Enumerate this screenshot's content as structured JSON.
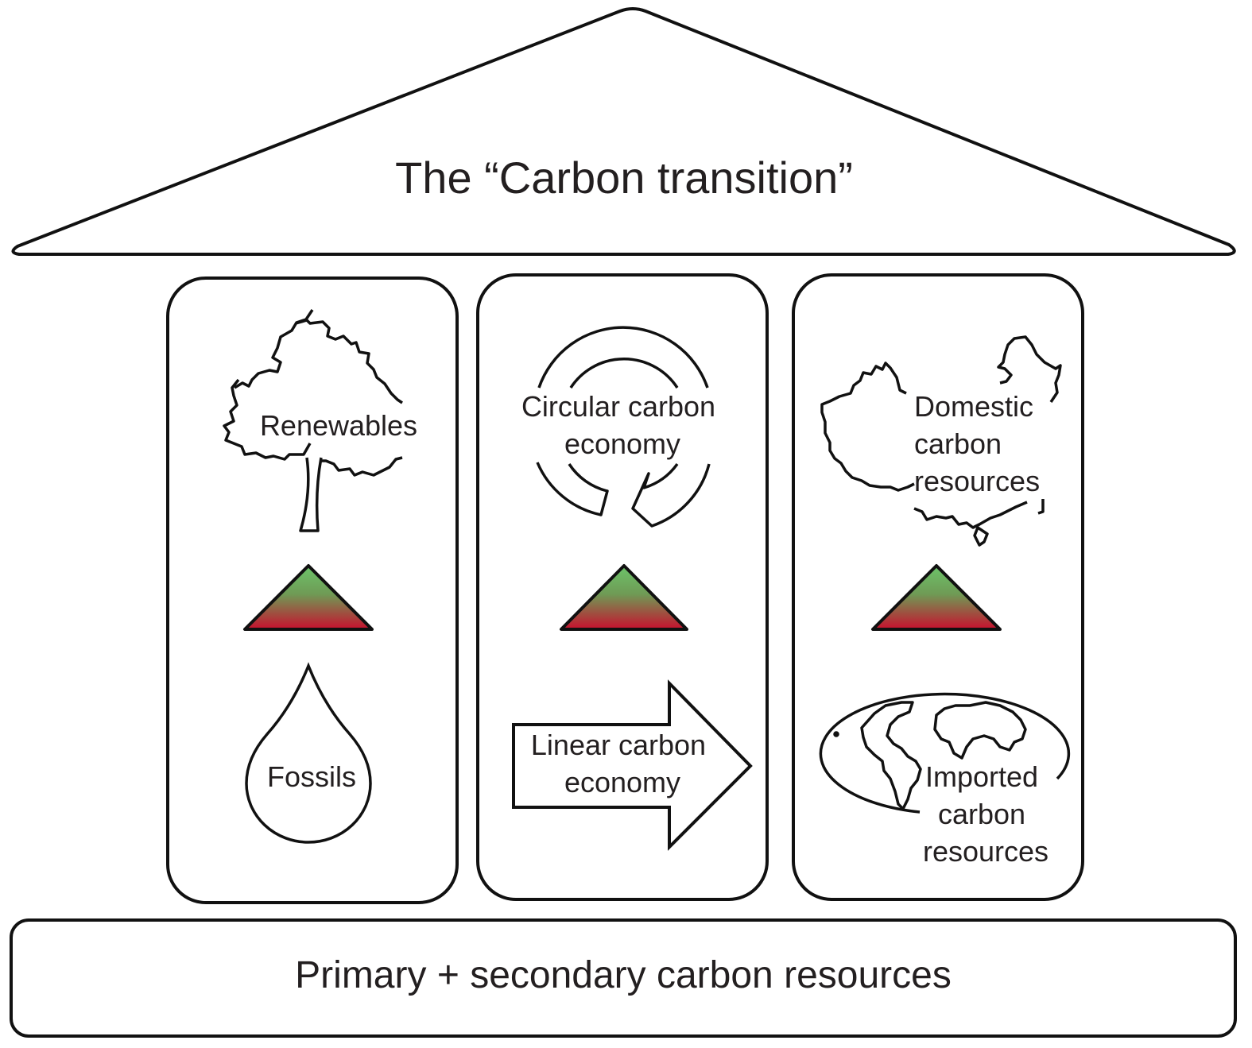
{
  "roof": {
    "title": "The “Carbon transition”"
  },
  "pillars": [
    {
      "top": {
        "icon": "tree-icon",
        "label_lines": [
          "Renewables"
        ]
      },
      "bottom": {
        "icon": "oil-drop-icon",
        "label_lines": [
          "Fossils"
        ]
      }
    },
    {
      "top": {
        "icon": "circular-arrows-icon",
        "label_lines": [
          "Circular carbon",
          "economy"
        ]
      },
      "bottom": {
        "icon": "right-arrow-icon",
        "label_lines": [
          "Linear carbon",
          "economy"
        ]
      }
    },
    {
      "top": {
        "icon": "country-map-icon",
        "label_lines": [
          "Domestic",
          "carbon",
          "resources"
        ]
      },
      "bottom": {
        "icon": "world-map-icon",
        "label_lines": [
          "Imported",
          "carbon",
          "resources"
        ]
      }
    }
  ],
  "transition_triangle": {
    "icon": "gradient-triangle-icon",
    "top_color": "#6cc46a",
    "bottom_color": "#c8102e"
  },
  "foundation": {
    "label": "Primary + secondary carbon resources"
  }
}
